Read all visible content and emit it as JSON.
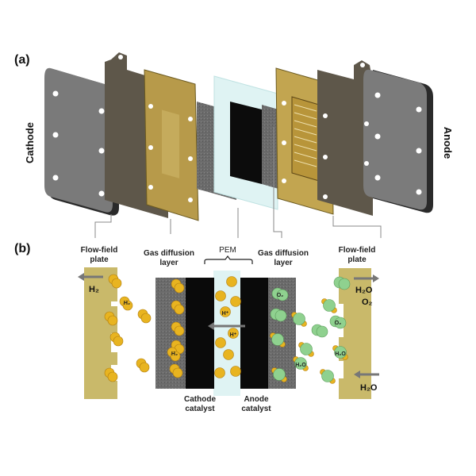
{
  "panel_a": {
    "label": "(a)",
    "left_side": "Cathode",
    "right_side": "Anode"
  },
  "panel_b": {
    "label": "(b)",
    "top_labels": {
      "flow_field_left": [
        "Flow-field",
        "plate"
      ],
      "gdl_left": [
        "Gas diffusion",
        "layer"
      ],
      "pem": "PEM",
      "gdl_right": [
        "Gas diffusion",
        "layer"
      ],
      "flow_field_right": [
        "Flow-field",
        "plate"
      ]
    },
    "bottom_labels": {
      "cathode_catalyst": [
        "Cathode",
        "catalyst"
      ],
      "anode_catalyst": [
        "Anode",
        "catalyst"
      ]
    },
    "flows": {
      "left_out": "H₂",
      "right_out": [
        "H₂O",
        "O₂"
      ],
      "right_in": "H₂O"
    },
    "molecule_labels": {
      "h2_a": "H₂",
      "h2_b": "H₂",
      "hplus_a": "H⁺",
      "hplus_b": "H⁺",
      "o2_a": "O₂",
      "o2_b": "O₂",
      "h2o_a": "H₂O",
      "h2o_b": "H₂O"
    }
  },
  "colors": {
    "plate_gold": "#c9b96a",
    "gdl_gray": "#6e6e6e",
    "pem_cyan": "#dff3f3",
    "hydrogen": "#e8b420",
    "oxygen": "#8fd18f"
  }
}
